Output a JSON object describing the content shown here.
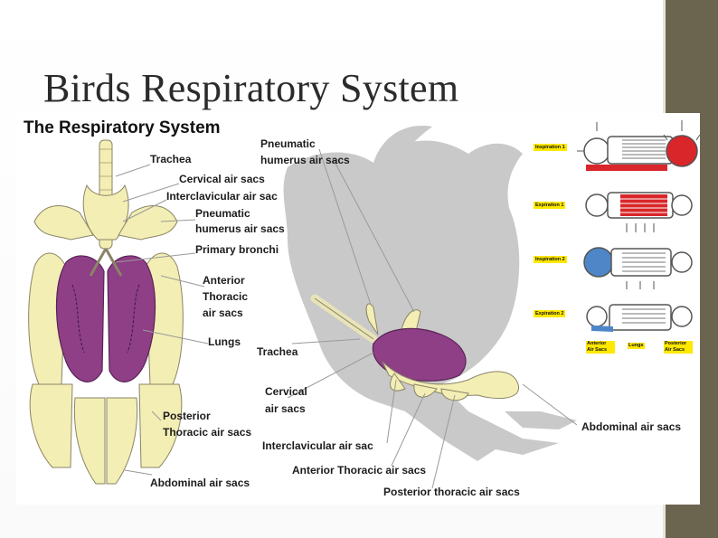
{
  "slide": {
    "title": "Birds Respiratory System"
  },
  "figure": {
    "title": "The Respiratory System",
    "labels_left": {
      "trachea": "Trachea",
      "cervical": "Cervical air sacs",
      "interclavicular": "Interclavicular air sac",
      "pneumatic_1": "Pneumatic",
      "pneumatic_2": "humerus air sacs",
      "primary_bronchi": "Primary bronchi",
      "anterior_1": "Anterior",
      "anterior_2": "Thoracic",
      "anterior_3": "air sacs",
      "lungs": "Lungs",
      "posterior_1": "Posterior",
      "posterior_2": "Thoracic air sacs",
      "abdominal": "Abdominal air sacs"
    },
    "labels_right": {
      "pneumatic_1": "Pneumatic",
      "pneumatic_2": "humerus air sacs",
      "trachea": "Trachea",
      "cervical_1": "Cervical",
      "cervical_2": "air sacs",
      "interclavicular": "Interclavicular air sac",
      "anterior_thoracic": "Anterior Thoracic air sacs",
      "posterior_thoracic": "Posterior thoracic air sacs",
      "abdominal": "Abdominal air sacs"
    },
    "cycle_panel": {
      "steps": [
        "Inspiration 1",
        "Expiration 1",
        "Inspiration 2",
        "Expiration 2"
      ],
      "bottom_labels": {
        "anterior": "Anterior Air Sacs",
        "lungs": "Lungs",
        "posterior": "Posterior Air Sacs"
      }
    },
    "colors": {
      "lung": "#8e3f86",
      "air_sac": "#f3eeb4",
      "silhouette": "#c9c9c9",
      "air_red": "#d9262a",
      "air_blue": "#4e86c8",
      "label_yellow": "#ffe800"
    }
  }
}
